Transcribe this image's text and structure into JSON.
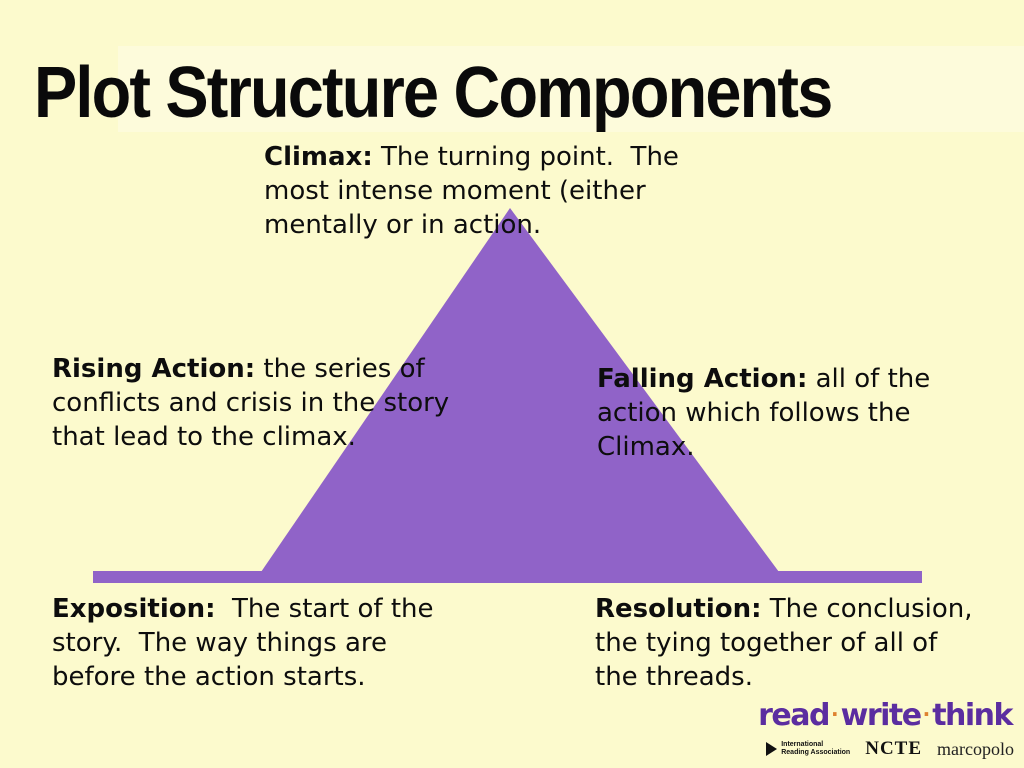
{
  "slide": {
    "title": "Plot Structure Components",
    "colors": {
      "background": "#FCFACD",
      "diagram": "#9063C8",
      "text": "#0D0D0D",
      "logo_purple": "#5B2DA0",
      "logo_orange": "#DE8230"
    }
  },
  "blocks": {
    "climax": {
      "label": "Climax:",
      "lines": [
        " The turning point.  The",
        "most intense moment (either",
        "mentally or in action."
      ]
    },
    "rising": {
      "label": "Rising Action:",
      "lines": [
        " the series of",
        "conflicts and crisis in the story",
        "that lead to the climax."
      ]
    },
    "falling": {
      "label": "Falling Action:",
      "lines": [
        " all of the",
        "action which follows the",
        "Climax."
      ]
    },
    "exposition": {
      "label": "Exposition:",
      "lines": [
        "  The start of the",
        "story.  The way things are",
        "before the action starts."
      ]
    },
    "resolution": {
      "label": "Resolution:",
      "lines": [
        " The conclusion,",
        "the tying together of all of",
        "the threads."
      ]
    }
  },
  "logo": {
    "rwt": {
      "words": [
        "read",
        "write",
        "think"
      ],
      "separator": "·"
    },
    "ira": {
      "line1": "International",
      "line2": "Reading Association"
    },
    "ncte": "NCTE",
    "marcopolo": "marcopolo"
  }
}
